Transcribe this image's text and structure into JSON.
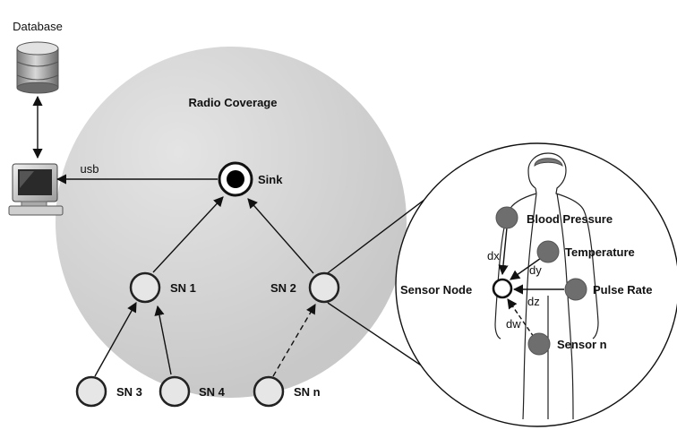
{
  "database": {
    "label": "Database"
  },
  "link": {
    "label": "usb"
  },
  "coverage": {
    "label": "Radio Coverage"
  },
  "sink": {
    "label": "Sink"
  },
  "nodes": {
    "sn1": "SN 1",
    "sn2": "SN 2",
    "sn3": "SN 3",
    "sn4": "SN 4",
    "snn": "SN n"
  },
  "body_network": {
    "sensor_node": "Sensor Node",
    "sensors": {
      "blood_pressure": "Blood Pressure",
      "temperature": "Temperature",
      "pulse_rate": "Pulse Rate",
      "sensor_n": "Sensor n"
    },
    "distances": {
      "dx": "dx",
      "dy": "dy",
      "dz": "dz",
      "dw": "dw"
    }
  },
  "colors": {
    "coverage_fill": "#cfcfcf",
    "sensor_fill": "#6e6e6e",
    "node_fill": "#e6e6e6"
  }
}
